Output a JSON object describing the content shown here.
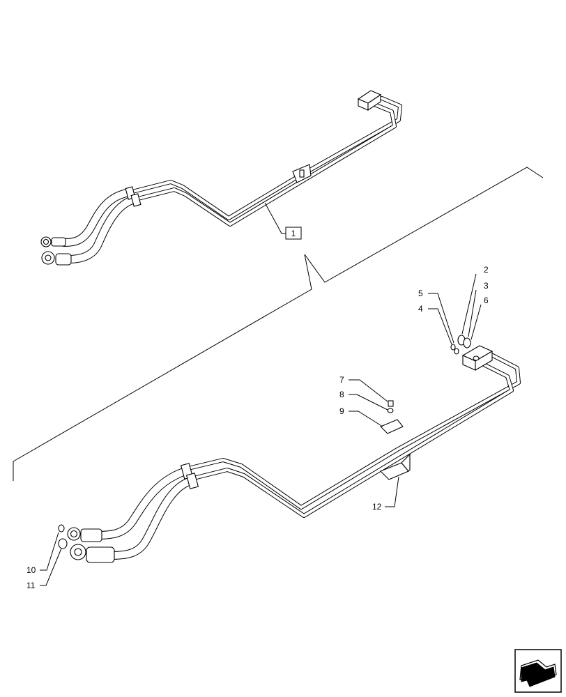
{
  "diagram": {
    "assembly_ref": "1",
    "callouts": {
      "c2": "2",
      "c3": "3",
      "c4": "4",
      "c5": "5",
      "c6": "6",
      "c7": "7",
      "c8": "8",
      "c9": "9",
      "c10": "10",
      "c11": "11",
      "c12": "12"
    },
    "nav_icon": "arrow-icon"
  }
}
